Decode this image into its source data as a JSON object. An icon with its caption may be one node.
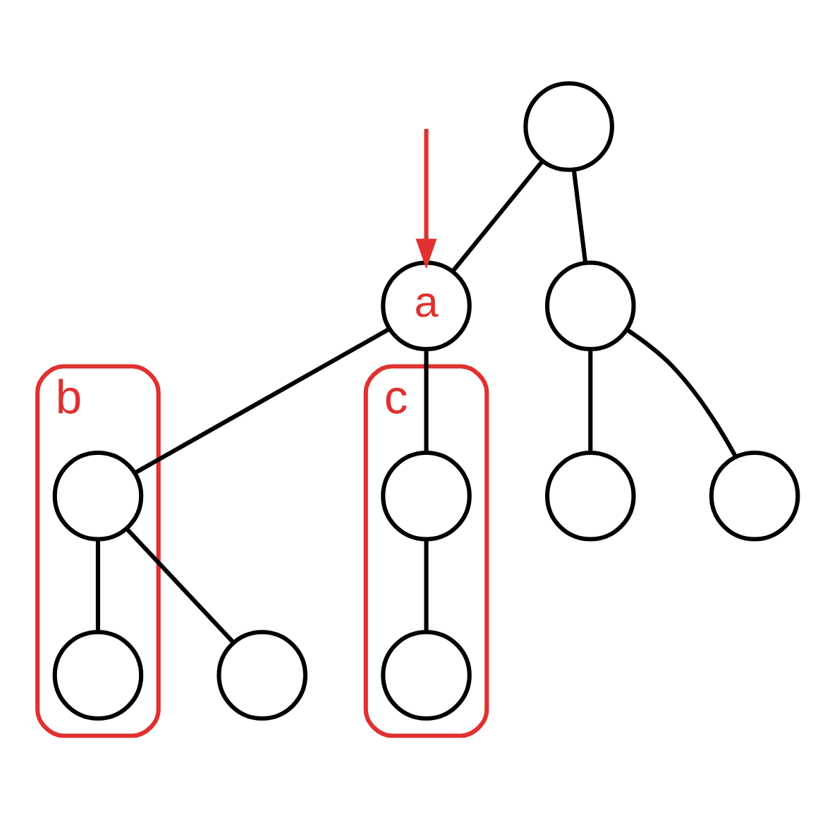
{
  "diagram": {
    "nodes": [
      {
        "text": [],
        "shape": "circle"
      },
      {
        "text": [
          "a"
        ]
      },
      {
        "text": [],
        "shape": "circle"
      },
      {
        "text": [
          "b"
        ]
      },
      {
        "text": [],
        "shape": "circle",
        "in": 3
      },
      {
        "text": [
          "c"
        ]
      },
      {
        "text": [],
        "shape": "circle",
        "in": 5
      },
      {
        "text": [],
        "shape": "circle"
      },
      {
        "text": [],
        "shape": "circle"
      },
      {
        "text": [],
        "shape": "circle"
      },
      {
        "text": [],
        "shape": "circle",
        "in": 3
      },
      {
        "text": [],
        "shape": "circle",
        "in": 5
      }
    ],
    "edges": [
      {
        "from": 0,
        "to": 1,
        "arrow": "none"
      },
      {
        "from": 0,
        "to": 2,
        "arrow": "none"
      },
      {
        "from": 1,
        "to": 4,
        "arrow": "none"
      },
      {
        "from": 1,
        "to": 6,
        "arrow": "none"
      },
      {
        "from": 2,
        "to": 7,
        "arrow": "none"
      },
      {
        "from": 2,
        "to": 8,
        "arrow": "none"
      },
      {
        "from": 4,
        "to": 9,
        "arrow": "none"
      },
      {
        "from": 4,
        "to": 10,
        "arrow": "none"
      },
      {
        "from": 6,
        "to": 11,
        "arrow": "none"
      },
      {
        "from": null,
        "to": 1,
        "arrow": "to",
        "color": "#e03030"
      }
    ]
  }
}
